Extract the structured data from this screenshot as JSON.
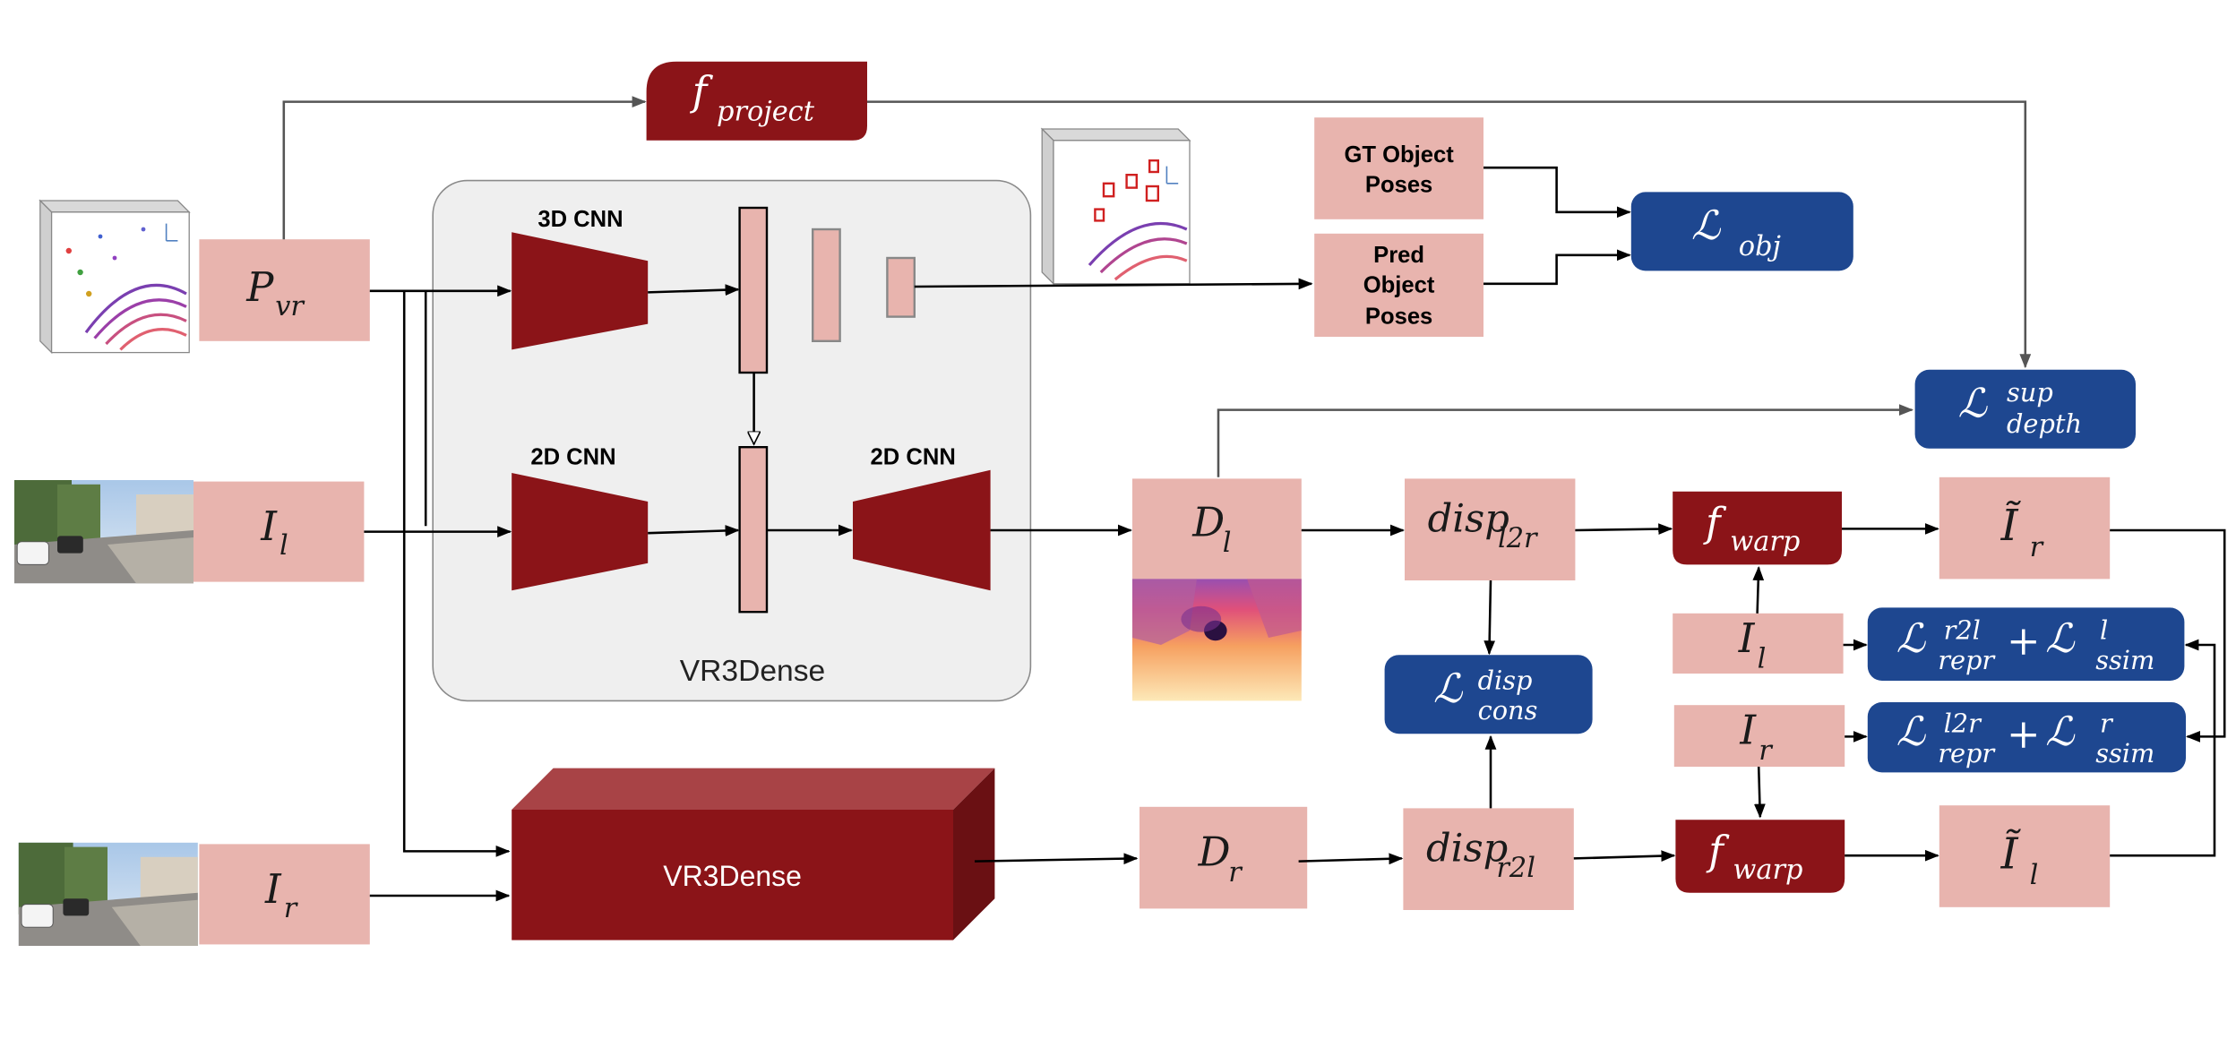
{
  "colors": {
    "pink": "#e8b4ae",
    "dark_red": "#8b1418",
    "blue": "#1e4790",
    "panel": "#efefef",
    "arrow": "#000000",
    "grey_arrow": "#555555"
  },
  "inputs": {
    "p_vr": {
      "base": "P",
      "sub": "vr"
    },
    "i_l": {
      "base": "I",
      "sub": "l"
    },
    "i_r": {
      "base": "I",
      "sub": "r"
    }
  },
  "f_project": {
    "base": "f",
    "sub": "project"
  },
  "panel": {
    "label": "VR3Dense",
    "cnn3d": "3D CNN",
    "cnn2d_enc": "2D CNN",
    "cnn2d_dec": "2D CNN"
  },
  "vr3dense_block": "VR3Dense",
  "poses": {
    "gt": [
      "GT Object",
      "Poses"
    ],
    "pred": [
      "Pred",
      "Object",
      "Poses"
    ]
  },
  "losses": {
    "obj": {
      "symbol": "ℒ",
      "sub": "obj"
    },
    "sup_depth": {
      "symbol": "ℒ",
      "sup": "sup",
      "sub": "depth"
    },
    "disp_cons": {
      "symbol": "ℒ",
      "sup": "disp",
      "sub": "cons"
    },
    "left_pair": {
      "symbol": "ℒ",
      "sup1": "r2l",
      "sub1": "repr",
      "plus": "+",
      "sup2": "l",
      "sub2": "ssim"
    },
    "right_pair": {
      "symbol": "ℒ",
      "sup1": "l2r",
      "sub1": "repr",
      "plus": "+",
      "sup2": "r",
      "sub2": "ssim"
    }
  },
  "depth": {
    "d_l": {
      "base": "D",
      "sub": "l"
    },
    "d_r": {
      "base": "D",
      "sub": "r"
    }
  },
  "disparity": {
    "l2r": {
      "base": "disp",
      "sub": "l2r"
    },
    "r2l": {
      "base": "disp",
      "sub": "r2l"
    }
  },
  "warp": {
    "top": {
      "base": "f",
      "sub": "warp"
    },
    "bottom": {
      "base": "f",
      "sub": "warp"
    }
  },
  "warped": {
    "i_r_tilde": {
      "base": "Ĩ",
      "sub": "r"
    },
    "i_l_tilde": {
      "base": "Ĩ",
      "sub": "l"
    }
  },
  "targets": {
    "i_l": {
      "base": "I",
      "sub": "l"
    },
    "i_r": {
      "base": "I",
      "sub": "r"
    }
  },
  "icons": [
    "point-cloud-thumbnail",
    "street-image-thumbnail",
    "depth-map-thumbnail"
  ]
}
